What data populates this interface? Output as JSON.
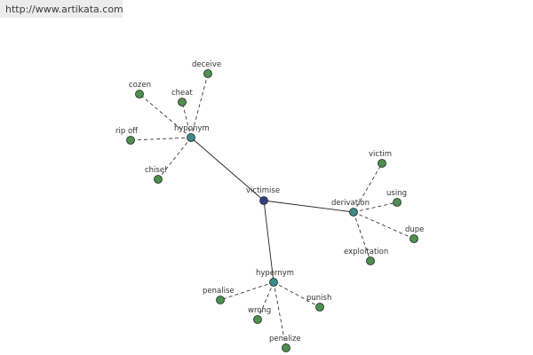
{
  "site_url": "http://www.artikata.com",
  "colors": {
    "root": "#3a3a8c",
    "relation": "#3d8a8a",
    "leaf": "#4f8f4f",
    "edge": "#222222"
  },
  "root": {
    "id": "victimise",
    "label": "victimise"
  },
  "relations": [
    {
      "id": "hyponym",
      "label": "hyponym"
    },
    {
      "id": "derivation",
      "label": "derivation"
    },
    {
      "id": "hypernym",
      "label": "hypernym"
    }
  ],
  "leaves": [
    {
      "id": "deceive",
      "label": "deceive",
      "relation": "hyponym"
    },
    {
      "id": "cozen",
      "label": "cozen",
      "relation": "hyponym"
    },
    {
      "id": "cheat",
      "label": "cheat",
      "relation": "hyponym"
    },
    {
      "id": "rip-off",
      "label": "rip off",
      "relation": "hyponym"
    },
    {
      "id": "chisel",
      "label": "chisel",
      "relation": "hyponym"
    },
    {
      "id": "victim",
      "label": "victim",
      "relation": "derivation"
    },
    {
      "id": "using",
      "label": "using",
      "relation": "derivation"
    },
    {
      "id": "dupe",
      "label": "dupe",
      "relation": "derivation"
    },
    {
      "id": "exploitation",
      "label": "exploitation",
      "relation": "derivation"
    },
    {
      "id": "penalise",
      "label": "penalise",
      "relation": "hypernym"
    },
    {
      "id": "punish",
      "label": "punish",
      "relation": "hypernym"
    },
    {
      "id": "wrong",
      "label": "wrong",
      "relation": "hypernym"
    },
    {
      "id": "penalize",
      "label": "penalize",
      "relation": "hypernym"
    }
  ]
}
